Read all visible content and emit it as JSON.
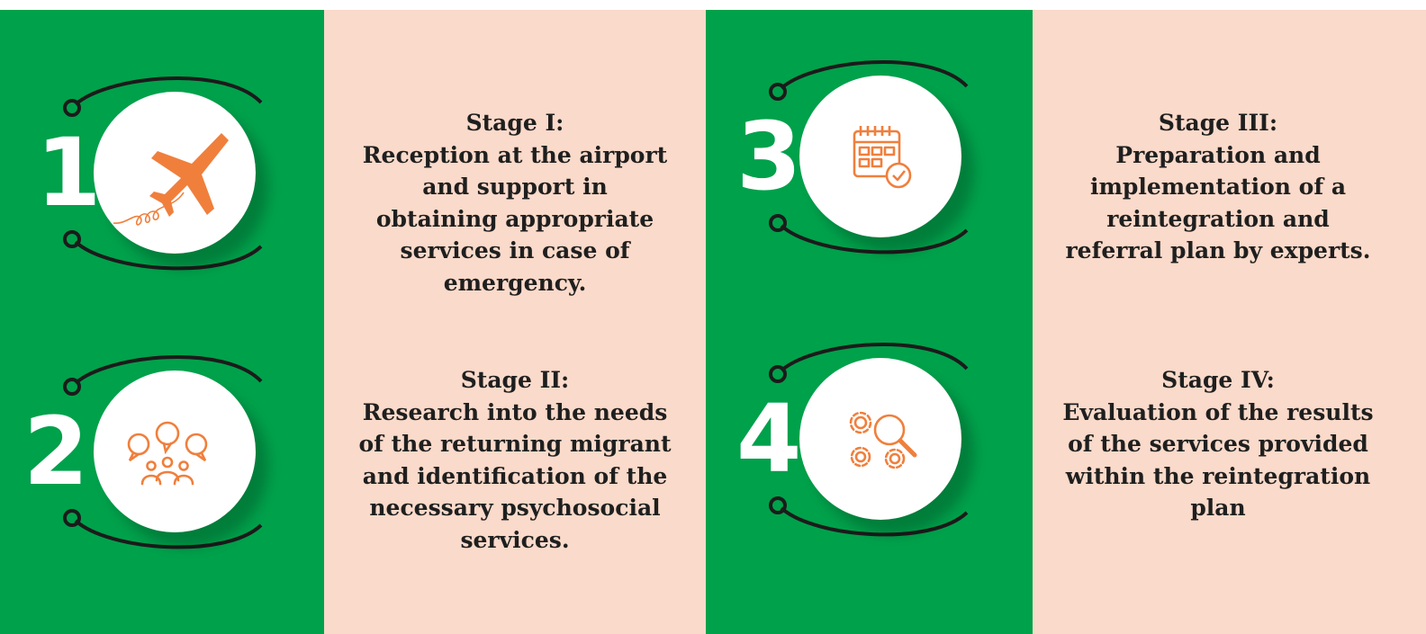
{
  "colors": {
    "green": "#00a14b",
    "peach": "#fadaca",
    "orange": "#f07f3c",
    "ring": "#1b1b1b"
  },
  "stages": [
    {
      "number": "1",
      "icon": "airplane-icon",
      "title": "Stage I:",
      "body": "Reception at the airport and support in obtaining appropriate services in case of emergency."
    },
    {
      "number": "2",
      "icon": "people-discussion-icon",
      "title": "Stage II:",
      "body": "Research into the needs of the returning migrant and identification of the necessary psychosocial services."
    },
    {
      "number": "3",
      "icon": "calendar-check-icon",
      "title": "Stage III:",
      "body": "Preparation and implementation of a reintegration and referral plan by experts."
    },
    {
      "number": "4",
      "icon": "gears-magnifier-icon",
      "title": "Stage IV:",
      "body": "Evaluation of the results of the services provided within the reintegration plan"
    }
  ]
}
